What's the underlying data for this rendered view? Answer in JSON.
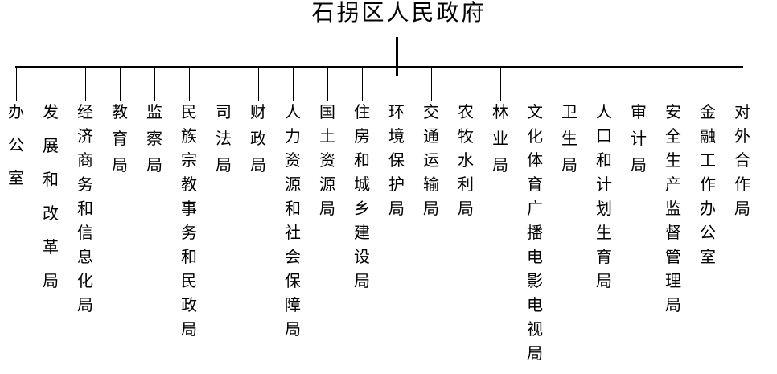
{
  "title": "石拐区人民政府",
  "colors": {
    "background": "#ffffff",
    "text": "#000000",
    "line": "#000000"
  },
  "departments": [
    {
      "label": "办公室",
      "connector": true
    },
    {
      "label": "发展和改革局",
      "connector": true
    },
    {
      "label": "经济商务和信息化局",
      "connector": true
    },
    {
      "label": "教育局",
      "connector": true
    },
    {
      "label": "监察局",
      "connector": true
    },
    {
      "label": "民族宗教事务和民政局",
      "connector": true
    },
    {
      "label": "司法局",
      "connector": true
    },
    {
      "label": "财政局",
      "connector": true
    },
    {
      "label": "人力资源和社会保障局",
      "connector": true
    },
    {
      "label": "国土资源局",
      "connector": true
    },
    {
      "label": "住房和城乡建设局",
      "connector": true
    },
    {
      "label": "环境保护局",
      "connector": false
    },
    {
      "label": "交通运输局",
      "connector": true
    },
    {
      "label": "农牧水利局",
      "connector": false
    },
    {
      "label": "林业局",
      "connector": true
    },
    {
      "label": "文化体育广播电影电视局",
      "connector": false
    },
    {
      "label": "卫生局",
      "connector": false
    },
    {
      "label": "人口和计划生育局",
      "connector": false
    },
    {
      "label": "审计局",
      "connector": false
    },
    {
      "label": "安全生产监督管理局",
      "connector": false
    },
    {
      "label": "金融工作办公室",
      "connector": false
    },
    {
      "label": "对外合作局",
      "connector": false
    }
  ]
}
